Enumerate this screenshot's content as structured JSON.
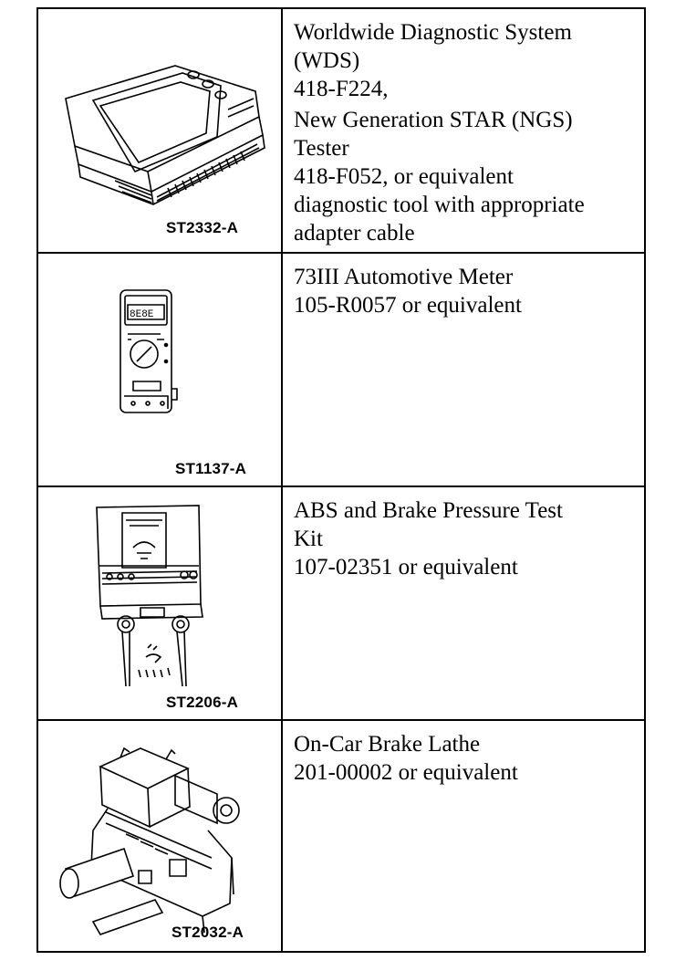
{
  "tools": [
    {
      "lines": [
        "Worldwide Diagnostic System",
        "(WDS)",
        "418-F224,",
        "New Generation STAR (NGS)",
        "Tester",
        "418-F052, or equivalent",
        "diagnostic tool with appropriate",
        "adapter cable"
      ],
      "code": "ST2332-A",
      "icon": "diagnostic-tablet"
    },
    {
      "lines": [
        "73III Automotive Meter",
        "105-R0057 or equivalent"
      ],
      "code": "ST1137-A",
      "icon": "multimeter"
    },
    {
      "lines": [
        "ABS and Brake Pressure Test",
        "Kit",
        "107-02351 or equivalent"
      ],
      "code": "ST2206-A",
      "icon": "pressure-test-kit"
    },
    {
      "lines": [
        "On-Car Brake Lathe",
        "201-00002 or equivalent"
      ],
      "code": "ST2032-A",
      "icon": "brake-lathe"
    }
  ]
}
